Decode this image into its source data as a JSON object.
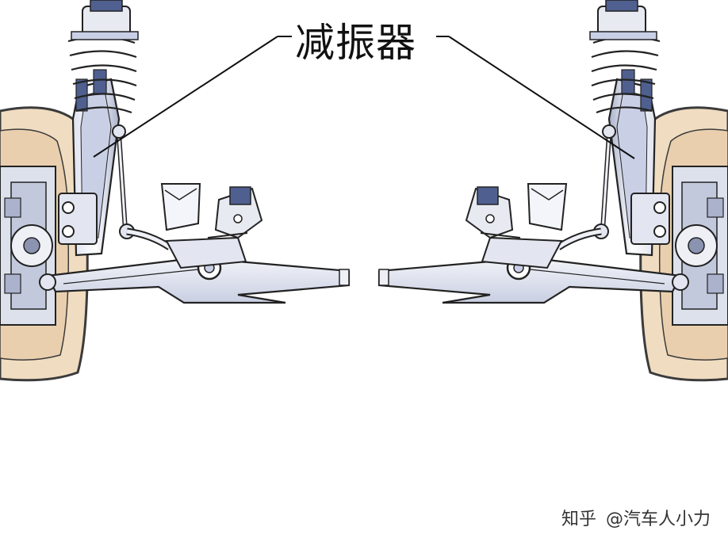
{
  "diagram": {
    "label": "减振器"
  },
  "watermark": {
    "site": "知乎",
    "author": "@汽车人小力"
  },
  "colors": {
    "tire": "#f0dcc0",
    "tire_outline": "#3b3b3b",
    "strut_blue": "#4f5f8f",
    "strut_light": "#c9d0e6",
    "metal": "#e8eaf2",
    "outline": "#222222"
  }
}
